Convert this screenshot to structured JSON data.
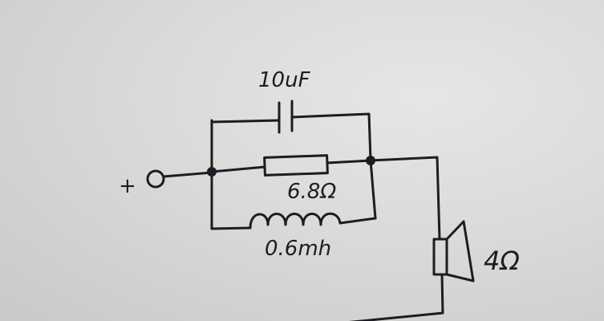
{
  "diagram": {
    "capacitor_label": "10uF",
    "resistor_label": "6.8Ω",
    "inductor_label": "0.6mh",
    "terminal_label": "+",
    "speaker_label": "4Ω"
  },
  "colors": {
    "ink": "#1c1c24",
    "paper": "#dadad8"
  }
}
